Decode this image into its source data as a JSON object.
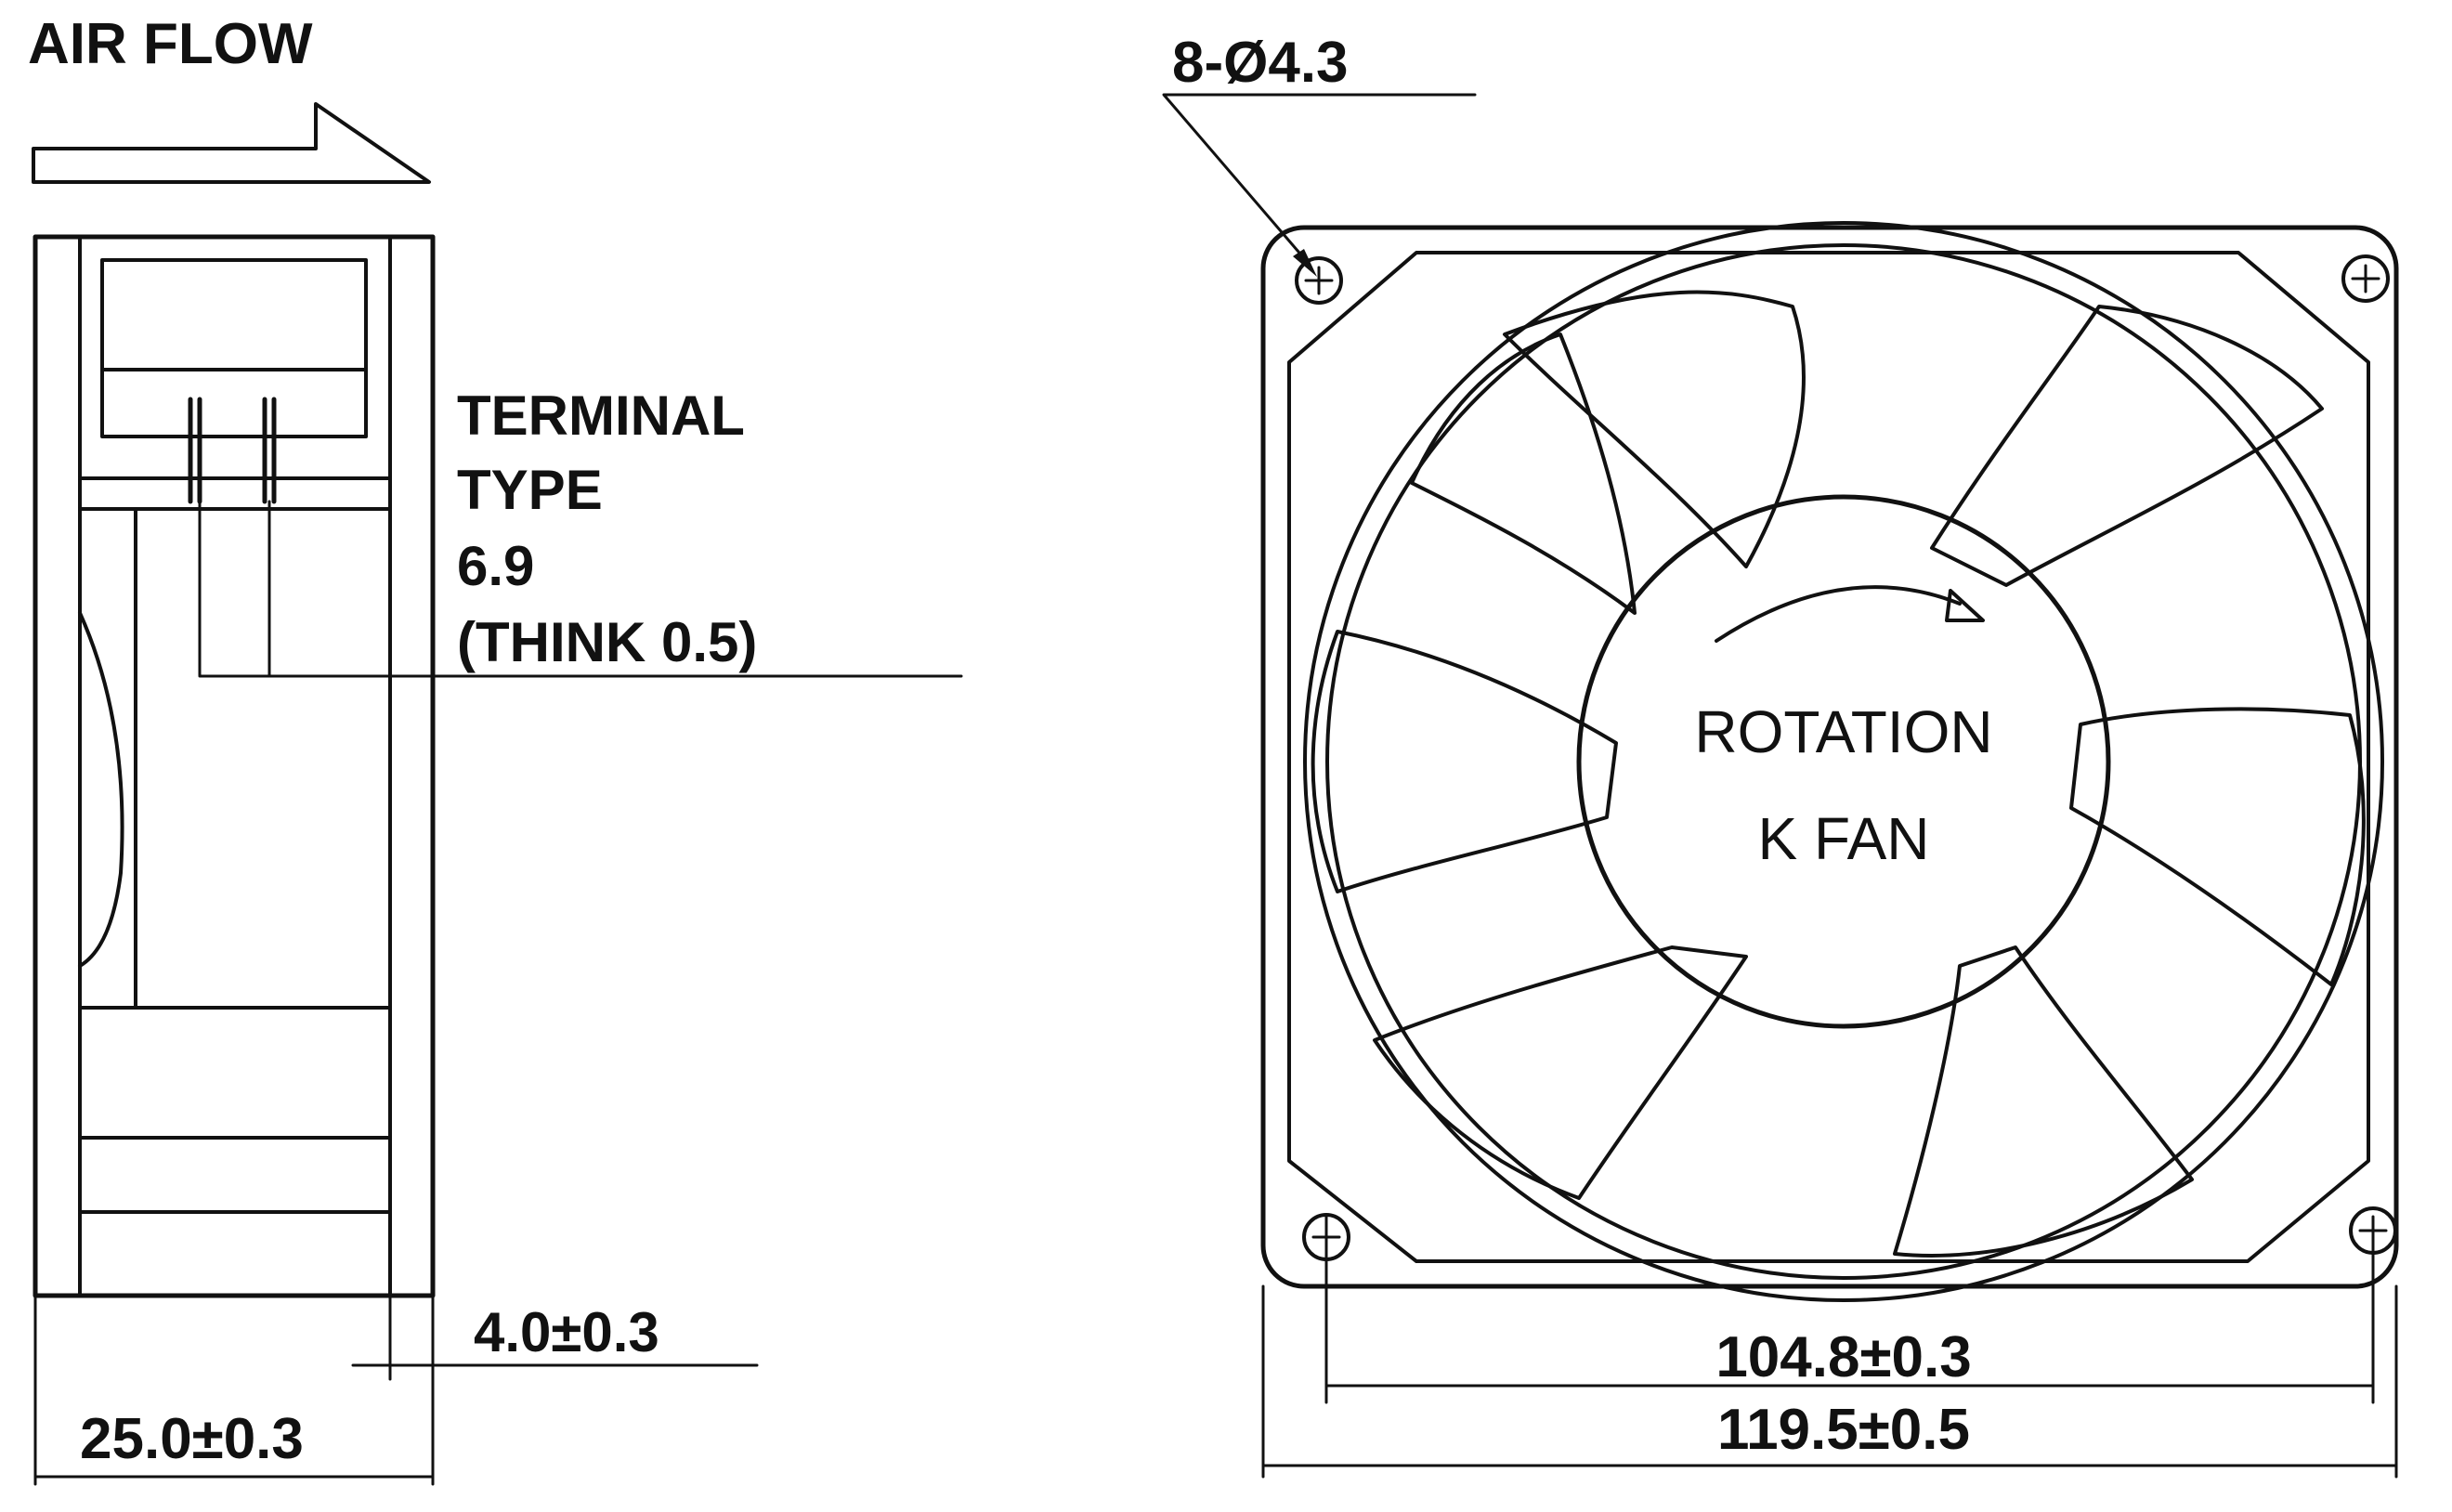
{
  "diagram": {
    "air_flow_label": "AIR FLOW",
    "terminal_type": {
      "line1": "TERMINAL",
      "line2": "TYPE",
      "line3": "6.9",
      "line4": "(THINK 0.5)"
    },
    "dim_side_thickness": "4.0±0.3",
    "dim_depth": "25.0±0.3",
    "dim_holes": "8-Ø4.3",
    "rotation_label": "ROTATION",
    "brand_label": "K FAN",
    "dim_hole_spacing": "104.8±0.3",
    "dim_overall": "119.5±0.5"
  },
  "colors": {
    "ink": "#111111",
    "paper": "#ffffff"
  }
}
